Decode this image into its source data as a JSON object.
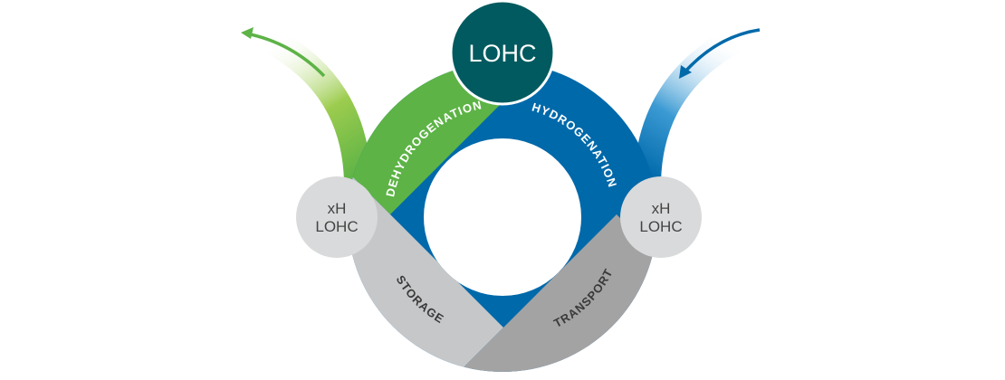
{
  "center_node": {
    "label": "LOHC",
    "color": "#005a5f"
  },
  "left_node": {
    "line1": "xH",
    "line2": "LOHC",
    "color": "#d9dadb"
  },
  "right_node": {
    "line1": "xH",
    "line2": "LOHC",
    "color": "#d9dadb"
  },
  "segments": {
    "dehydrogenation": {
      "label": "DEHYDROGENATION",
      "color": "#5db346"
    },
    "hydrogenation": {
      "label": "HYDROGENATION",
      "color": "#0069aa"
    },
    "storage": {
      "label": "STORAGE",
      "color": "#c6c7c9"
    },
    "transport": {
      "label": "TRANSPORT",
      "color": "#a3a3a4"
    }
  },
  "arrows": {
    "left": {
      "icon": "arrow-out-icon",
      "color": "#5db346"
    },
    "right": {
      "icon": "arrow-in-icon",
      "color": "#0069aa"
    }
  }
}
